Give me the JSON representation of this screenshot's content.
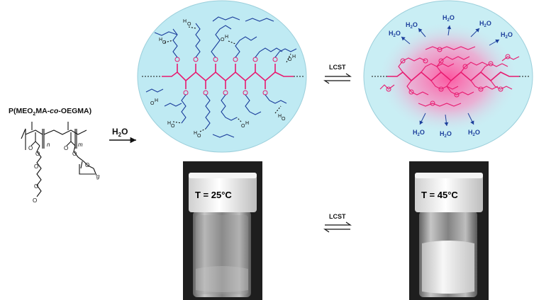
{
  "polymer": {
    "name_prefix": "P(MEO",
    "name_sub": "2",
    "name_mid": "MA-",
    "name_italic": "co",
    "name_suffix": "-OEGMA)",
    "index_n": "n",
    "index_m": "m",
    "index_g": "g"
  },
  "solvent": {
    "main": "H",
    "sub": "2",
    "tail": "O"
  },
  "transition": {
    "top_label": "LCST",
    "bottom_label": "LCST"
  },
  "water_molecules": [
    "H2O",
    "H2O",
    "H2O",
    "H2O",
    "H2O",
    "H2O",
    "H2O",
    "H2O"
  ],
  "photos": {
    "left_caption": "T = 25°C",
    "right_caption": "T = 45°C"
  },
  "colors": {
    "bubble_left": "#bfeaf3",
    "bubble_right": "#c9eef4",
    "hot_glow": "#ff5fa6",
    "backbone": "#e8196f",
    "side_chain_cold": "#1c3f9c",
    "water": "#1c3f9c",
    "photo_bg": "#1e1e1e"
  }
}
